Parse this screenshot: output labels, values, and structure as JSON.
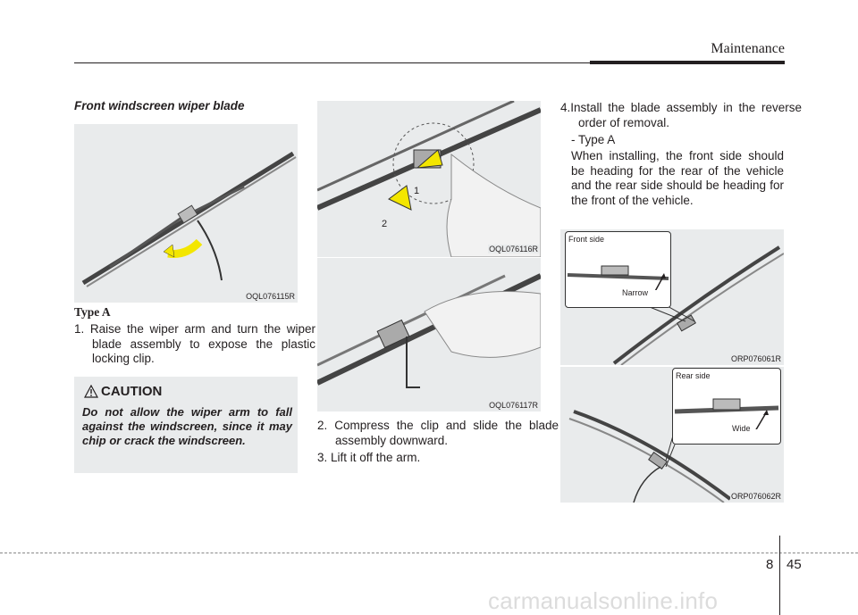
{
  "header": {
    "section_title": "Maintenance"
  },
  "section": {
    "title": "Front windscreen wiper blade"
  },
  "figures": {
    "fig1": {
      "code": "OQL076115R"
    },
    "fig2": {
      "code": "OQL076116R",
      "label_1": "1",
      "label_2": "2"
    },
    "fig3": {
      "code": "OQL076117R"
    },
    "fig4": {
      "code": "ORP076061R",
      "callout_title": "Front side",
      "callout_pointer": "Narrow"
    },
    "fig5": {
      "code": "ORP076062R",
      "callout_title": "Rear side",
      "callout_pointer": "Wide"
    }
  },
  "content": {
    "type_a_label": "Type A",
    "step1": "1. Raise the wiper arm and turn the wiper blade assembly to expose the plastic locking clip.",
    "step2": "2. Compress the clip and slide the blade assembly downward.",
    "step3": "3. Lift it off the arm.",
    "step4": "4.Install the blade assembly in the reverse order of removal.",
    "step4_type": "- Type A",
    "step4_note": "When installing, the front side should be heading for the rear of the vehicle and the rear side should be heading for the front of the vehicle."
  },
  "caution": {
    "title": "CAUTION",
    "text": "Do not allow the wiper arm to fall against the windscreen, since it may chip or crack the windscreen."
  },
  "footer": {
    "chapter": "8",
    "page": "45",
    "watermark": "carmanualsonline.info"
  }
}
